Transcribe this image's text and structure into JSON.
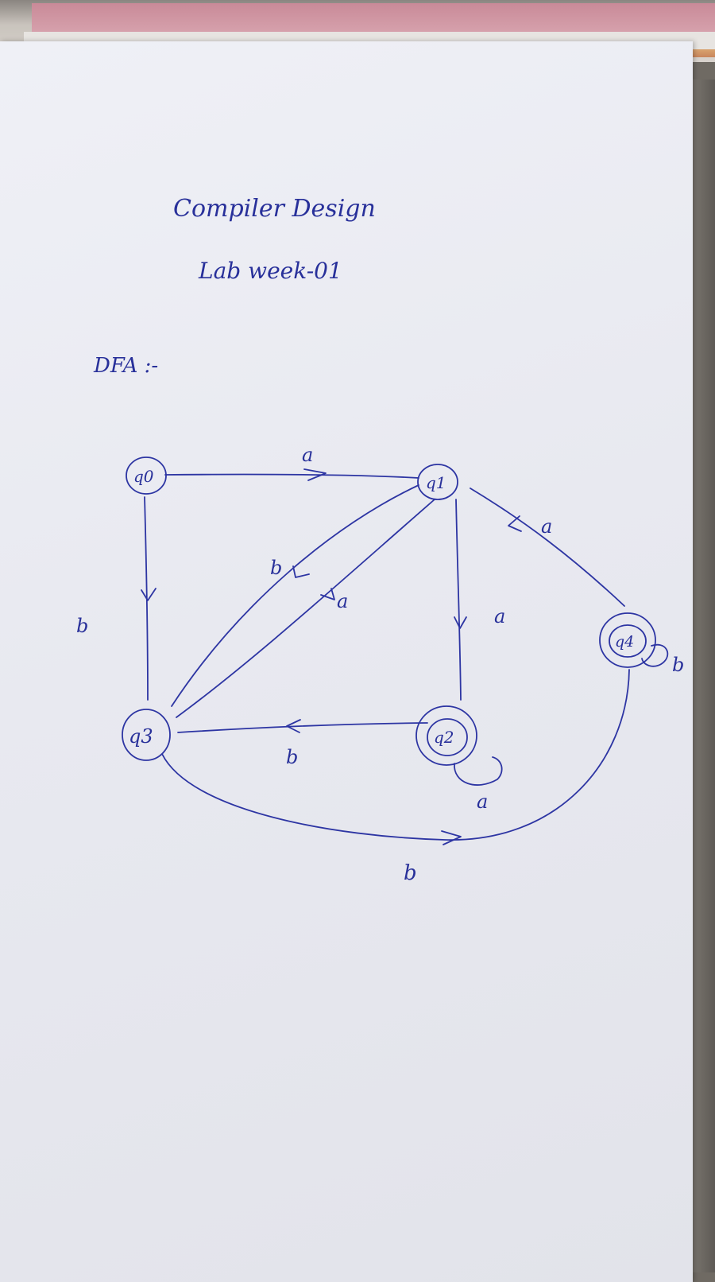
{
  "title": "Compiler Design",
  "subtitle": "Lab week-01",
  "section_label": "DFA :-",
  "ink_color": "#2d35a3",
  "paper_color": "#eceef4",
  "states": [
    {
      "id": "q0",
      "label": "q0",
      "accepting": false
    },
    {
      "id": "q1",
      "label": "q1",
      "accepting": false
    },
    {
      "id": "q2",
      "label": "q2",
      "accepting": true
    },
    {
      "id": "q3",
      "label": "q3",
      "accepting": false
    },
    {
      "id": "q4",
      "label": "q4",
      "accepting": true
    }
  ],
  "transitions": [
    {
      "from": "q0",
      "to": "q1",
      "symbol": "a"
    },
    {
      "from": "q0",
      "to": "q3",
      "symbol": "b"
    },
    {
      "from": "q1",
      "to": "q3",
      "symbol": "b"
    },
    {
      "from": "q3",
      "to": "q1",
      "symbol": "a"
    },
    {
      "from": "q1",
      "to": "q2",
      "symbol": "a"
    },
    {
      "from": "q4",
      "to": "q1",
      "symbol": "a"
    },
    {
      "from": "q4",
      "to": "q4",
      "symbol": "b"
    },
    {
      "from": "q2",
      "to": "q3",
      "symbol": "b"
    },
    {
      "from": "q2",
      "to": "q2",
      "symbol": "a"
    },
    {
      "from": "q3",
      "to": "q4",
      "symbol": "b"
    }
  ]
}
